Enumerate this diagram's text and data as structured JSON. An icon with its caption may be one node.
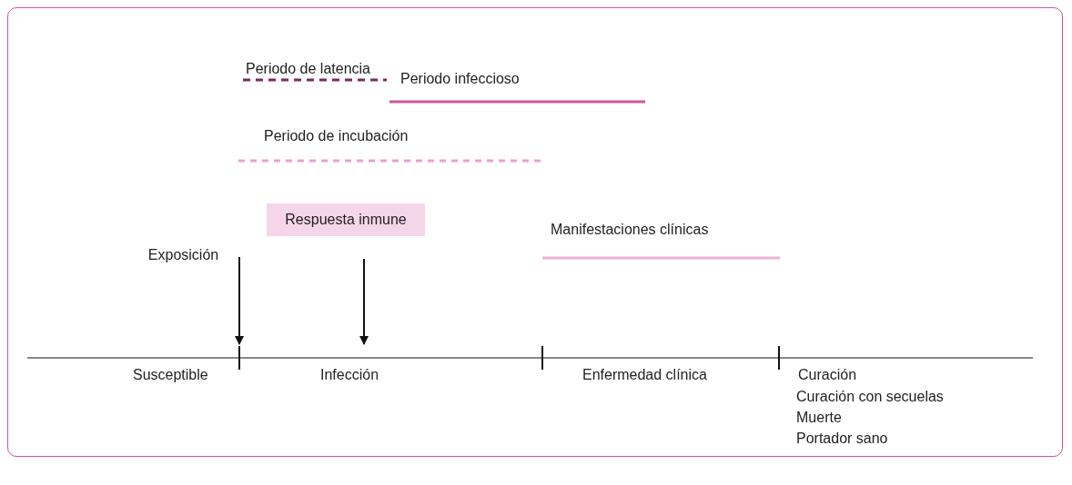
{
  "diagram": {
    "nodes": [
      {
        "text": [
          "Respuesta inmune"
        ]
      },
      {
        "text": [
          "Exposición"
        ]
      }
    ],
    "edges": [
      {
        "from": 1,
        "to": null,
        "arrow": "to"
      },
      {
        "from": 0,
        "to": null,
        "arrow": "to"
      }
    ],
    "labels": [
      "Periodo de latencia",
      "Periodo infeccioso",
      "Periodo de incubación",
      "Manifestaciones clínicas",
      "Susceptible",
      "Infección",
      "Enfermedad clínica",
      "Curación",
      "Curación con secuelas",
      "Muerte",
      "Portador sano"
    ]
  }
}
